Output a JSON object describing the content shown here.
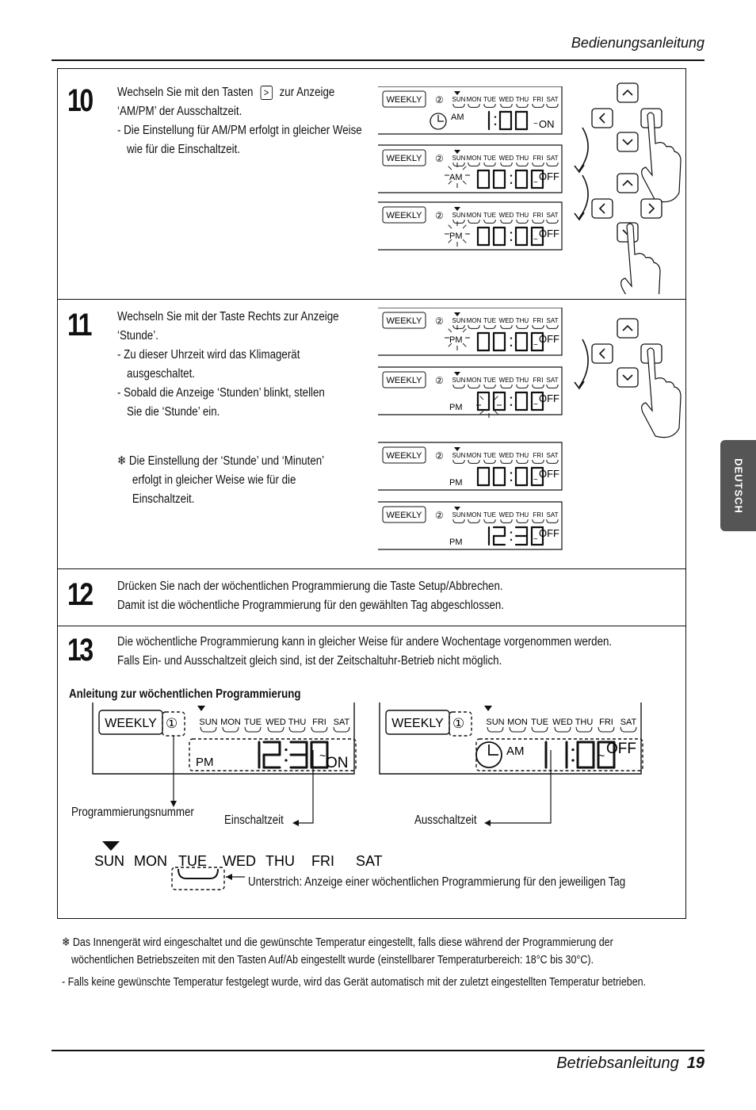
{
  "header": {
    "title": "Bedienungsanleitung"
  },
  "steps": [
    {
      "number": "10",
      "lines": [
        "Wechseln Sie mit den Tasten",
        "zur Anzeige",
        "‘AM/PM’ der Ausschaltzeit.",
        "- Die Einstellung für AM/PM erfolgt in gleicher Weise",
        "wie für die Einschaltzeit."
      ]
    },
    {
      "number": "11",
      "lines": [
        "Wechseln Sie mit der Taste Rechts zur Anzeige",
        "‘Stunde’.",
        "- Zu dieser Uhrzeit wird das Klimagerät",
        "ausgeschaltet.",
        "- Sobald die Anzeige ‘Stunden’ blinkt, stellen",
        "Sie die ‘Stunde’ ein."
      ],
      "note": [
        "❄ Die Einstellung der ‘Stunde’ und ‘Minuten’",
        "erfolgt in gleicher Weise wie für die",
        "Einschaltzeit."
      ]
    },
    {
      "number": "12",
      "lines": [
        "Drücken Sie nach der wöchentlichen Programmierung die Taste Setup/Abbrechen.",
        "Damit ist die wöchentliche Programmierung für den gewählten Tag abgeschlossen."
      ]
    },
    {
      "number": "13",
      "lines": [
        "Die wöchentliche Programmierung kann in gleicher Weise für andere Wochentage vorgenommen werden.",
        "Falls Ein- und Ausschaltzeit gleich sind, ist der Zeitschaltuhr-Betrieb nicht möglich."
      ]
    }
  ],
  "guide": {
    "title": "Anleitung zur wöchentlichen Programmierung",
    "program_number_label": "Programmierungsnummer",
    "on_time_label": "Einschaltzeit",
    "off_time_label": "Ausschaltzeit",
    "underline_label": "Unterstrich: Anzeige einer wöchentlichen Programmierung für den jeweiligen Tag"
  },
  "display": {
    "weekly": "WEEKLY",
    "days": [
      "SUN",
      "MON",
      "TUE",
      "WED",
      "THU",
      "FRI",
      "SAT"
    ],
    "am": "AM",
    "pm": "PM",
    "on": "ON",
    "off": "OFF",
    "prog1": "①",
    "prog2": "②"
  },
  "footnotes": [
    "❄ Das Innengerät wird eingeschaltet und die gewünschte Temperatur eingestellt, falls diese während der Programmierung der",
    "wöchentlichen Betriebszeiten mit den Tasten Auf/Ab eingestellt wurde (einstellbarer Temperaturbereich: 18°C bis 30°C).",
    "- Falls keine gewünschte Temperatur festgelegt wurde, wird das Gerät automatisch mit der zuletzt eingestellten Temperatur betrieben."
  ],
  "footer": {
    "title": "Betriebsanleitung",
    "page": "19"
  },
  "side_tab": "DEUTSCH"
}
